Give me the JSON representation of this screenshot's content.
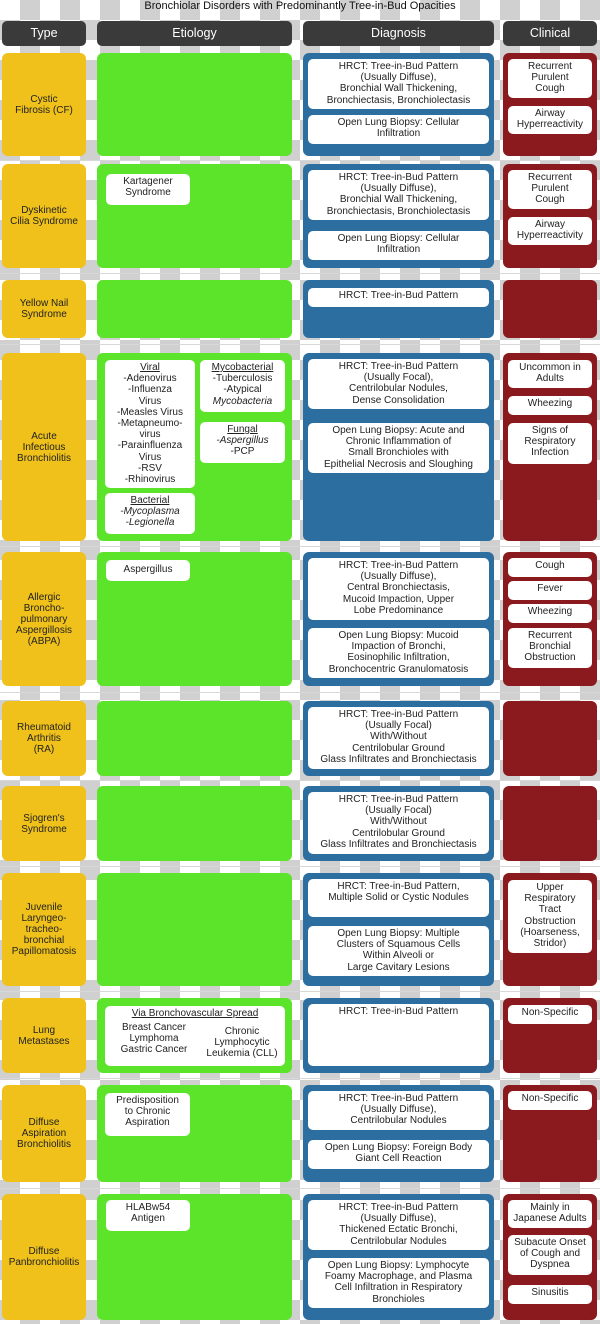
{
  "title": "Bronchiolar Disorders with Predominantly Tree-in-Bud Opacities",
  "headers": {
    "type": "Type",
    "etiology": "Etiology",
    "diagnosis": "Diagnosis",
    "clinical": "Clinical"
  },
  "rows": {
    "cf": {
      "type": [
        "Cystic",
        "Fibrosis (CF)"
      ],
      "diag": [
        [
          "HRCT: Tree-in-Bud Pattern",
          "(Usually Diffuse),",
          "Bronchial Wall Thickening,",
          "Bronchiectasis, Bronchiolectasis"
        ],
        [
          "Open Lung Biopsy: Cellular",
          "Infiltration"
        ]
      ],
      "clin": [
        [
          "Recurrent",
          "Purulent",
          "Cough"
        ],
        [
          "Airway",
          "Hyperreactivity"
        ]
      ]
    },
    "dcs": {
      "type": [
        "Dyskinetic",
        "Cilia Syndrome"
      ],
      "etio": [
        "Kartagener",
        "Syndrome"
      ],
      "diag": [
        [
          "HRCT: Tree-in-Bud Pattern",
          "(Usually Diffuse),",
          "Bronchial Wall Thickening,",
          "Bronchiectasis, Bronchiolectasis"
        ],
        [
          "Open Lung Biopsy: Cellular",
          "Infiltration"
        ]
      ],
      "clin": [
        [
          "Recurrent",
          "Purulent",
          "Cough"
        ],
        [
          "Airway",
          "Hyperreactivity"
        ]
      ]
    },
    "yns": {
      "type": [
        "Yellow Nail",
        "Syndrome"
      ],
      "diag": [
        [
          "HRCT: Tree-in-Bud Pattern"
        ]
      ]
    },
    "aib": {
      "type": [
        "Acute",
        "Infectious",
        "Bronchiolitis"
      ],
      "etio_viral_title": "Viral",
      "etio_viral": [
        "-Adenovirus",
        "-Influenza",
        "Virus",
        "-Measles Virus",
        "-Metapneumo-",
        "virus",
        "-Parainfluenza",
        "Virus",
        "-RSV",
        "-Rhinovirus"
      ],
      "etio_myco_title": "Mycobacterial",
      "etio_myco": [
        "-Tuberculosis",
        "-Atypical"
      ],
      "etio_myco_italic": "Mycobacteria",
      "etio_fungal_title": "Fungal",
      "etio_fungal_italic": "-Aspergillus",
      "etio_fungal": "-PCP",
      "etio_bact_title": "Bacterial",
      "etio_bact": [
        "-Mycoplasma",
        "-Legionella"
      ],
      "diag": [
        [
          "HRCT: Tree-in-Bud Pattern",
          "(Usually Focal),",
          "Centrilobular Nodules,",
          "Dense Consolidation"
        ],
        [
          "Open Lung Biopsy: Acute and",
          "Chronic Inflammation of",
          "Small Bronchioles with",
          "Epithelial Necrosis and Sloughing"
        ]
      ],
      "clin": [
        [
          "Uncommon in",
          "Adults"
        ],
        [
          "Wheezing"
        ],
        [
          "Signs of",
          "Respiratory",
          "Infection"
        ]
      ]
    },
    "abpa": {
      "type": [
        "Allergic",
        "Broncho-",
        "pulmonary",
        "Aspergillosis",
        "(ABPA)"
      ],
      "etio": [
        "Aspergillus"
      ],
      "diag": [
        [
          "HRCT: Tree-in-Bud Pattern",
          "(Usually Diffuse),",
          "Central Bronchiectasis,",
          "Mucoid Impaction, Upper",
          "Lobe Predominance"
        ],
        [
          "Open Lung Biopsy: Mucoid",
          "Impaction of Bronchi,",
          "Eosinophilic Infiltration,",
          "Bronchocentric Granulomatosis"
        ]
      ],
      "clin": [
        [
          "Cough"
        ],
        [
          "Fever"
        ],
        [
          "Wheezing"
        ],
        [
          "Recurrent",
          "Bronchial",
          "Obstruction"
        ]
      ]
    },
    "ra": {
      "type": [
        "Rheumatoid",
        "Arthritis",
        "(RA)"
      ],
      "diag": [
        [
          "HRCT: Tree-in-Bud Pattern",
          "(Usually Focal)",
          "With/Without",
          "Centrilobular Ground",
          "Glass Infiltrates and Bronchiectasis"
        ]
      ]
    },
    "sj": {
      "type": [
        "Sjogren's",
        "Syndrome"
      ],
      "diag": [
        [
          "HRCT: Tree-in-Bud Pattern",
          "(Usually Focal)",
          "With/Without",
          "Centrilobular Ground",
          "Glass Infiltrates and Bronchiectasis"
        ]
      ]
    },
    "jltbp": {
      "type": [
        "Juvenile",
        "Laryngeo-",
        "tracheo-",
        "bronchial",
        "Papillomatosis"
      ],
      "diag": [
        [
          "HRCT: Tree-in-Bud Pattern,",
          "Multiple Solid or Cystic Nodules"
        ],
        [
          "Open Lung Biopsy: Multiple",
          "Clusters of Squamous Cells",
          "Within Alveoli or",
          "Large Cavitary Lesions"
        ]
      ],
      "clin": [
        [
          "Upper",
          "Respiratory",
          "Tract",
          "Obstruction",
          "(Hoarseness,",
          "Stridor)"
        ]
      ]
    },
    "lm": {
      "type": [
        "Lung",
        "Metastases"
      ],
      "etio_title": "Via Bronchovascular Spread",
      "etio_left": [
        "Breast Cancer",
        "Lymphoma",
        "Gastric Cancer"
      ],
      "etio_right": [
        "Chronic",
        "Lymphocytic",
        "Leukemia (CLL)"
      ],
      "diag": [
        [
          "HRCT: Tree-in-Bud Pattern"
        ]
      ],
      "clin": [
        [
          "Non-Specific"
        ]
      ]
    },
    "dab": {
      "type": [
        "Diffuse",
        "Aspiration",
        "Bronchiolitis"
      ],
      "etio": [
        "Predisposition",
        "to Chronic",
        "Aspiration"
      ],
      "diag": [
        [
          "HRCT: Tree-in-Bud Pattern",
          "(Usually Diffuse),",
          "Centrilobular Nodules"
        ],
        [
          "Open Lung Biopsy: Foreign Body",
          "Giant Cell Reaction"
        ]
      ],
      "clin": [
        [
          "Non-Specific"
        ]
      ]
    },
    "dpb": {
      "type": [
        "Diffuse",
        "Panbronchiolitis"
      ],
      "etio": [
        "HLABw54",
        "Antigen"
      ],
      "diag": [
        [
          "HRCT: Tree-in-Bud Pattern",
          "(Usually Diffuse),",
          "Thickened Ectatic Bronchi,",
          "Centrilobular Nodules"
        ],
        [
          "Open Lung Biopsy: Lymphocyte",
          "Foamy Macrophage, and Plasma",
          "Cell Infiltration in Respiratory",
          "Bronchioles"
        ]
      ],
      "clin": [
        [
          "Mainly in",
          "Japanese Adults"
        ],
        [
          "Subacute Onset",
          "of Cough and",
          "Dyspnea"
        ],
        [
          "Sinusitis"
        ]
      ]
    }
  }
}
